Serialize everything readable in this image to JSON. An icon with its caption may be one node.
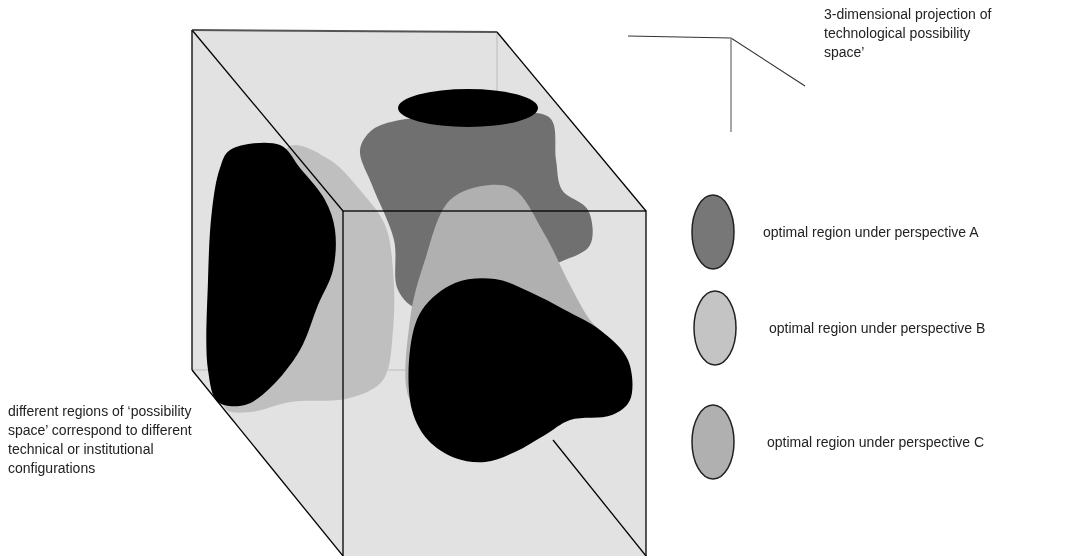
{
  "diagram": {
    "labels": [
      "3-dimensional projection of technological possibility space’",
      "different regions of ‘possibility space’ correspond to different technical or institutional configurations"
    ],
    "legend": [
      {
        "text": "optimal region under perspective A",
        "color": "#777777"
      },
      {
        "text": "optimal region under perspective B",
        "color": "#c4c4c4"
      },
      {
        "text": "optimal region under perspective C",
        "color": "#b0b0b0"
      }
    ]
  }
}
